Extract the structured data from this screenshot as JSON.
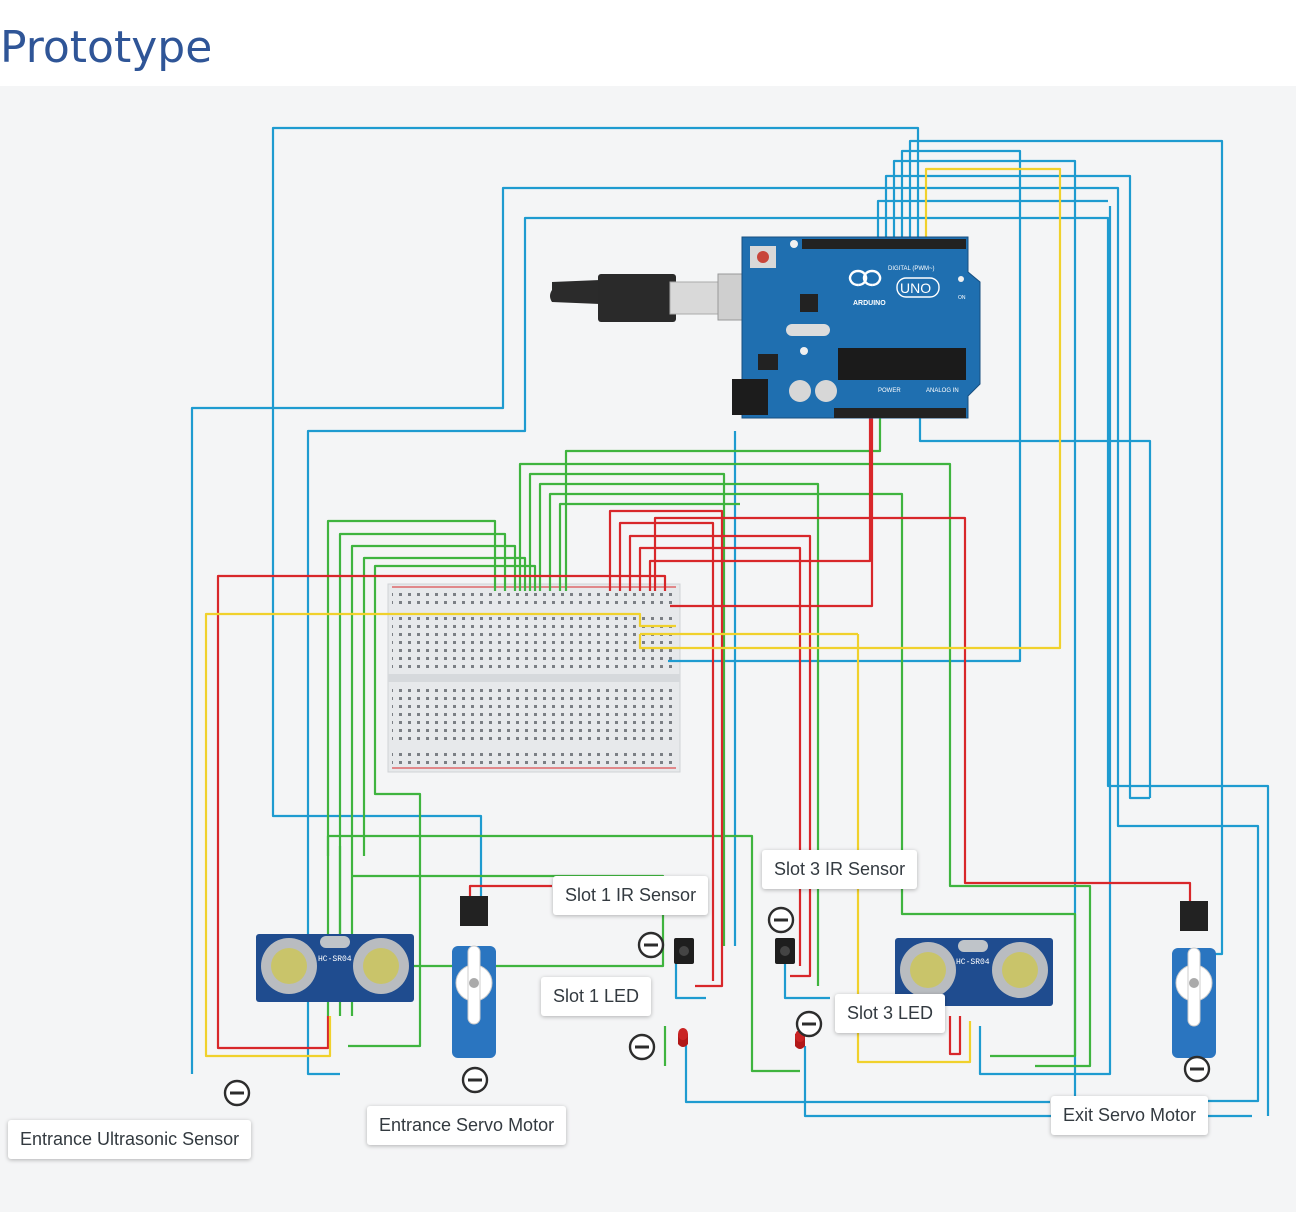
{
  "page": {
    "title": "Prototype"
  },
  "components": {
    "arduino": {
      "brand": "ARDUINO",
      "model": "UNO",
      "digital_label": "DIGITAL (PWM~)",
      "power_label": "POWER",
      "analog_label": "ANALOG IN",
      "on_label": "ON"
    },
    "ultrasonic_model": "HC-SR04"
  },
  "labels": {
    "entrance_ultrasonic": "Entrance Ultrasonic Sensor",
    "entrance_servo": "Entrance Servo Motor",
    "slot1_ir": "Slot 1 IR Sensor",
    "slot1_led": "Slot 1 LED",
    "slot3_ir": "Slot 3 IR Sensor",
    "slot3_led": "Slot 3 LED",
    "exit_servo": "Exit Servo Motor"
  },
  "colors": {
    "title": "#2f5597",
    "wire_blue": "#1e9bd0",
    "wire_green": "#3fb43f",
    "wire_red": "#d8272a",
    "wire_yellow": "#f0d12c",
    "board": "#1f6fb0",
    "canvas": "#f4f5f6"
  }
}
